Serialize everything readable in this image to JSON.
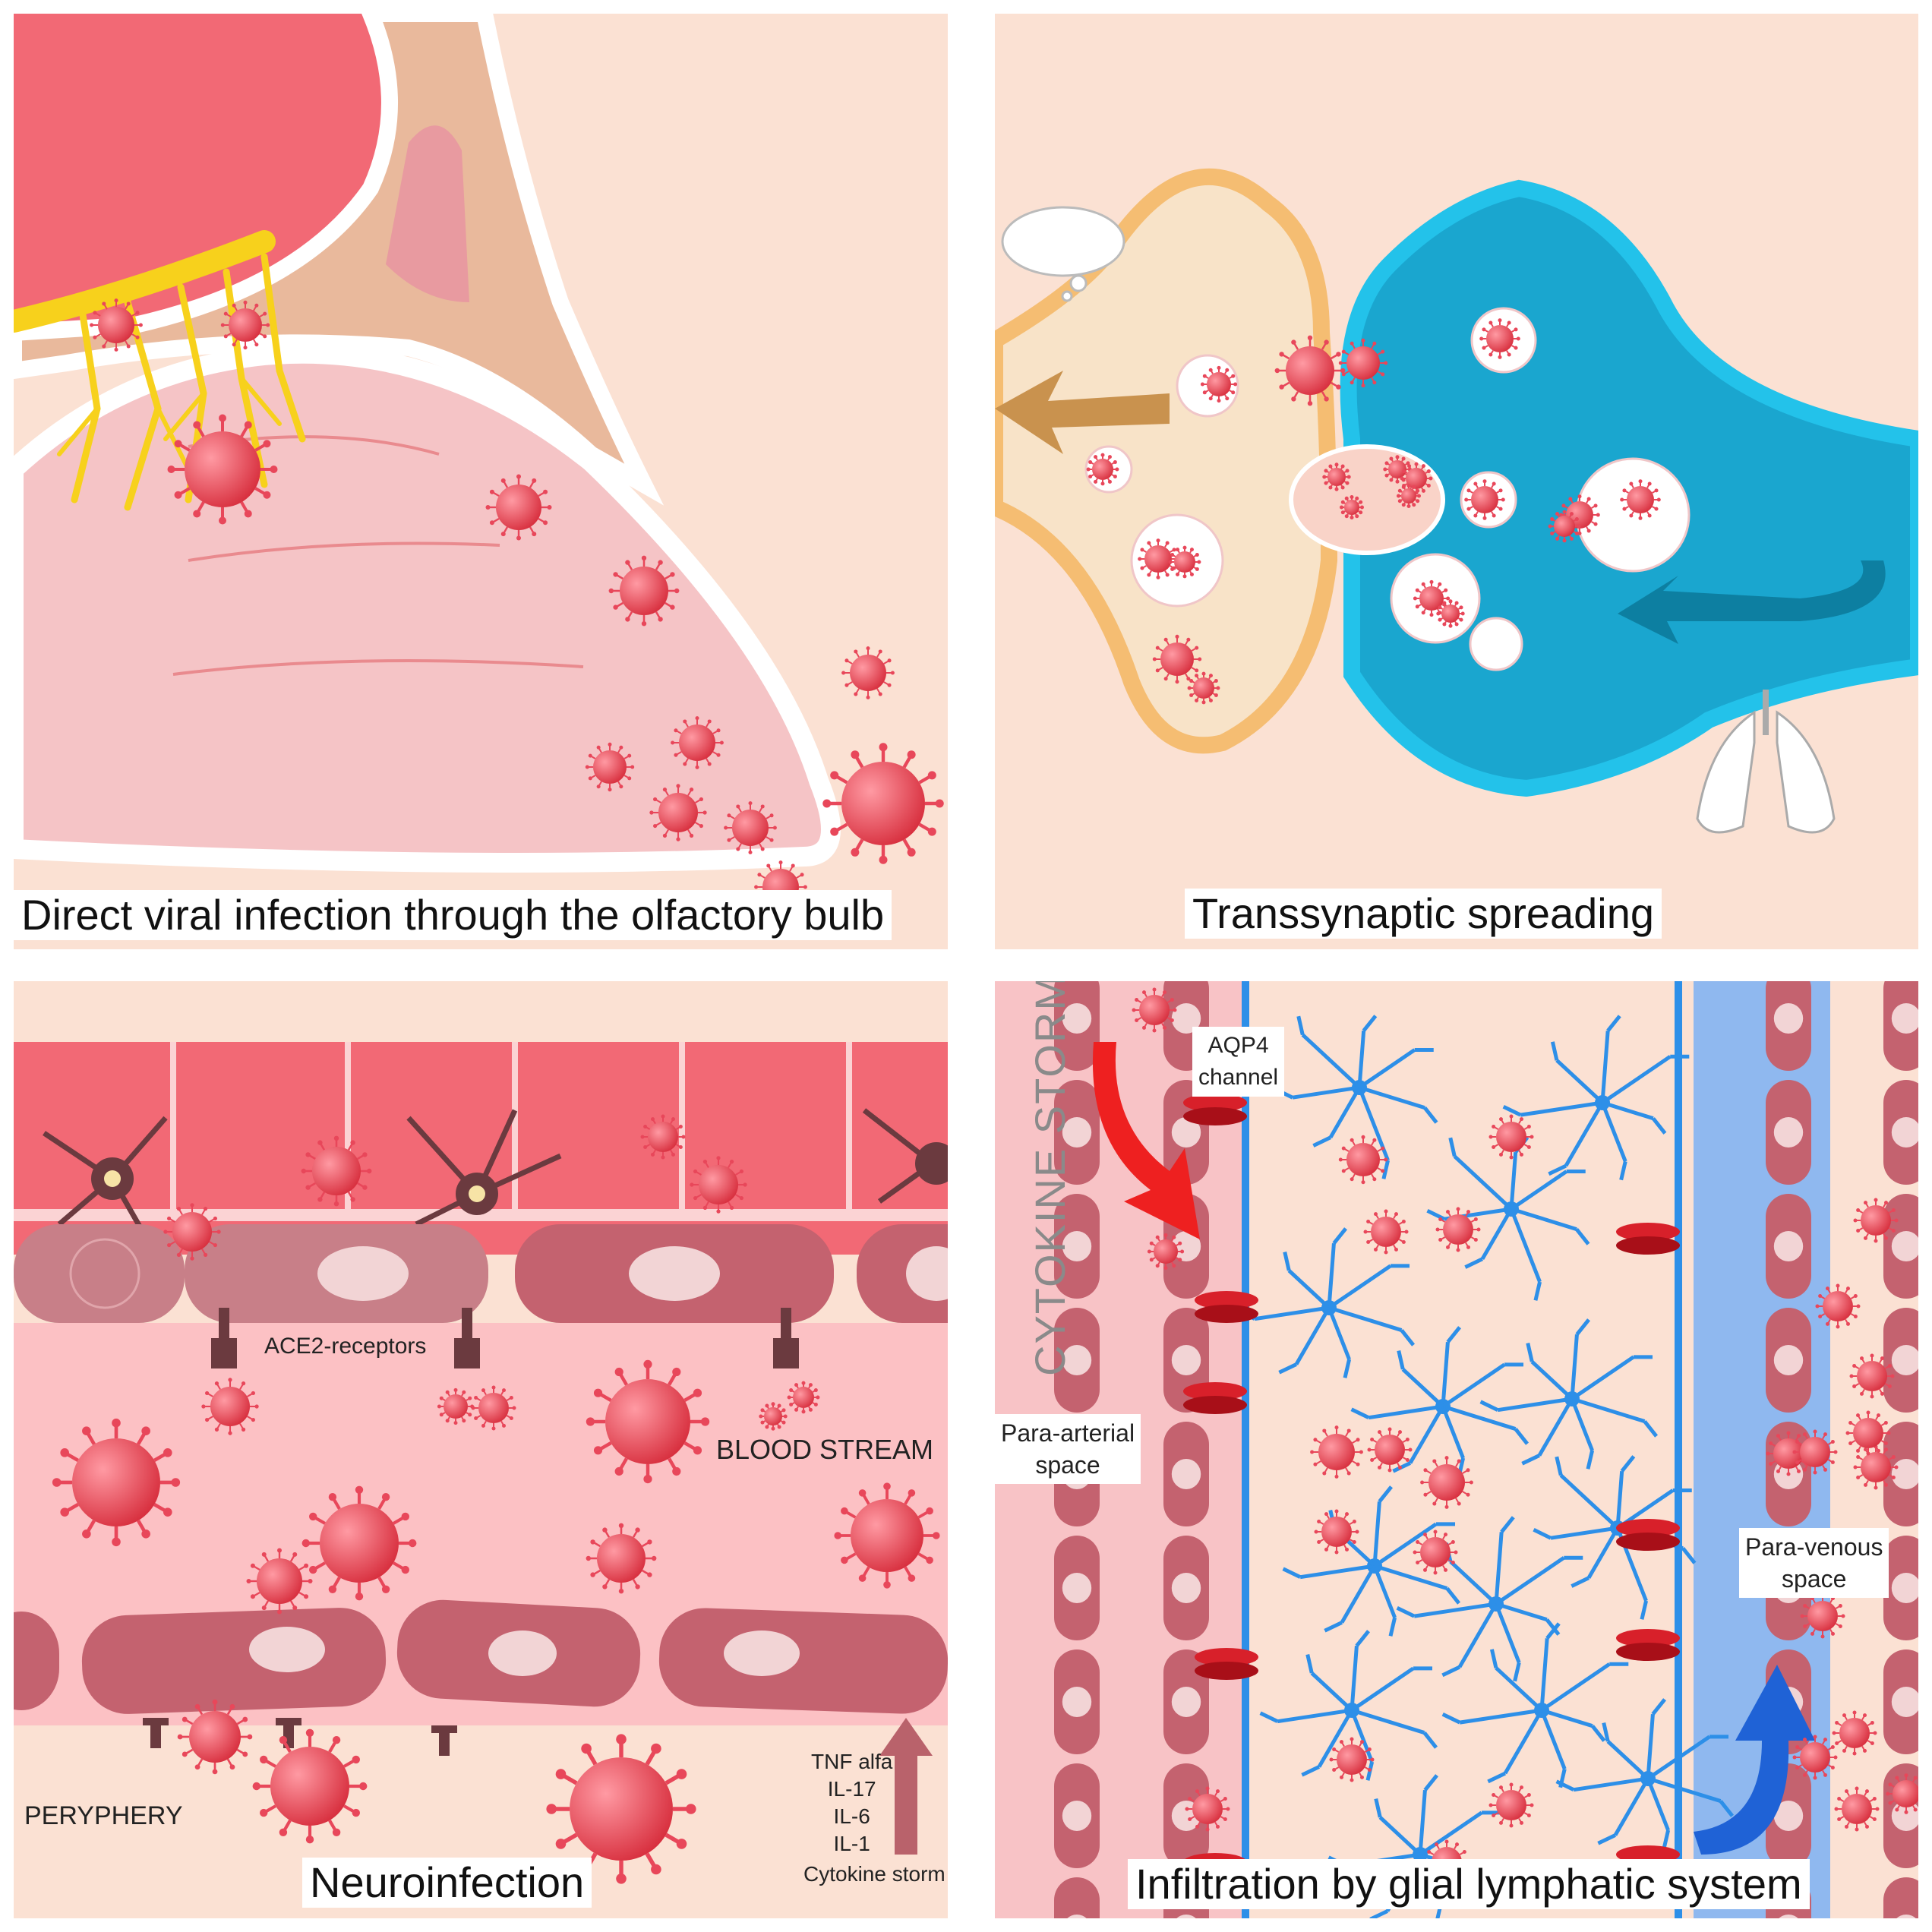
{
  "panels": {
    "olfactory": {
      "caption": "Direct viral infection through the olfactory bulb"
    },
    "transsynaptic": {
      "caption": "Transsynaptic spreading"
    },
    "neuroinfection": {
      "caption": "Neuroinfection",
      "receptor_label": "ACE2-receptors",
      "blood_label": "BLOOD STREAM",
      "periphery_label": "PERYPHERY",
      "cytokines": [
        "TNF alfa",
        "IL-17",
        "IL-6",
        "IL-1"
      ],
      "cytokine_storm_label": "Cytokine storm"
    },
    "glymphatic": {
      "caption": "Infiltration by glial lymphatic system",
      "vertical_label": "CYTOKINE STORM",
      "aqp4_line1": "AQP4",
      "aqp4_line2": "channel",
      "para_arterial_line1": "Para-arterial",
      "para_arterial_line2": "space",
      "para_venous_line1": "Para-venous",
      "para_venous_line2": "space"
    }
  },
  "icons": [
    "virus-icon",
    "thought-bubble-icon",
    "lungs-icon",
    "neuron-icon",
    "astrocyte-icon",
    "red-blood-cell-icon"
  ],
  "colors": {
    "background": "#fbe1d3",
    "virus": "#e8475a",
    "brain": "#f2707a",
    "nasal_tissue": "#f5c2c4",
    "olfactory_nerve": "#f7d11c",
    "presynaptic": "#f6c98a",
    "postsynaptic": "#1aa6cf",
    "vessel_cell": "#c45b6c",
    "astrocyte": "#2d8fe8",
    "venous_space": "#8fb8ef"
  }
}
